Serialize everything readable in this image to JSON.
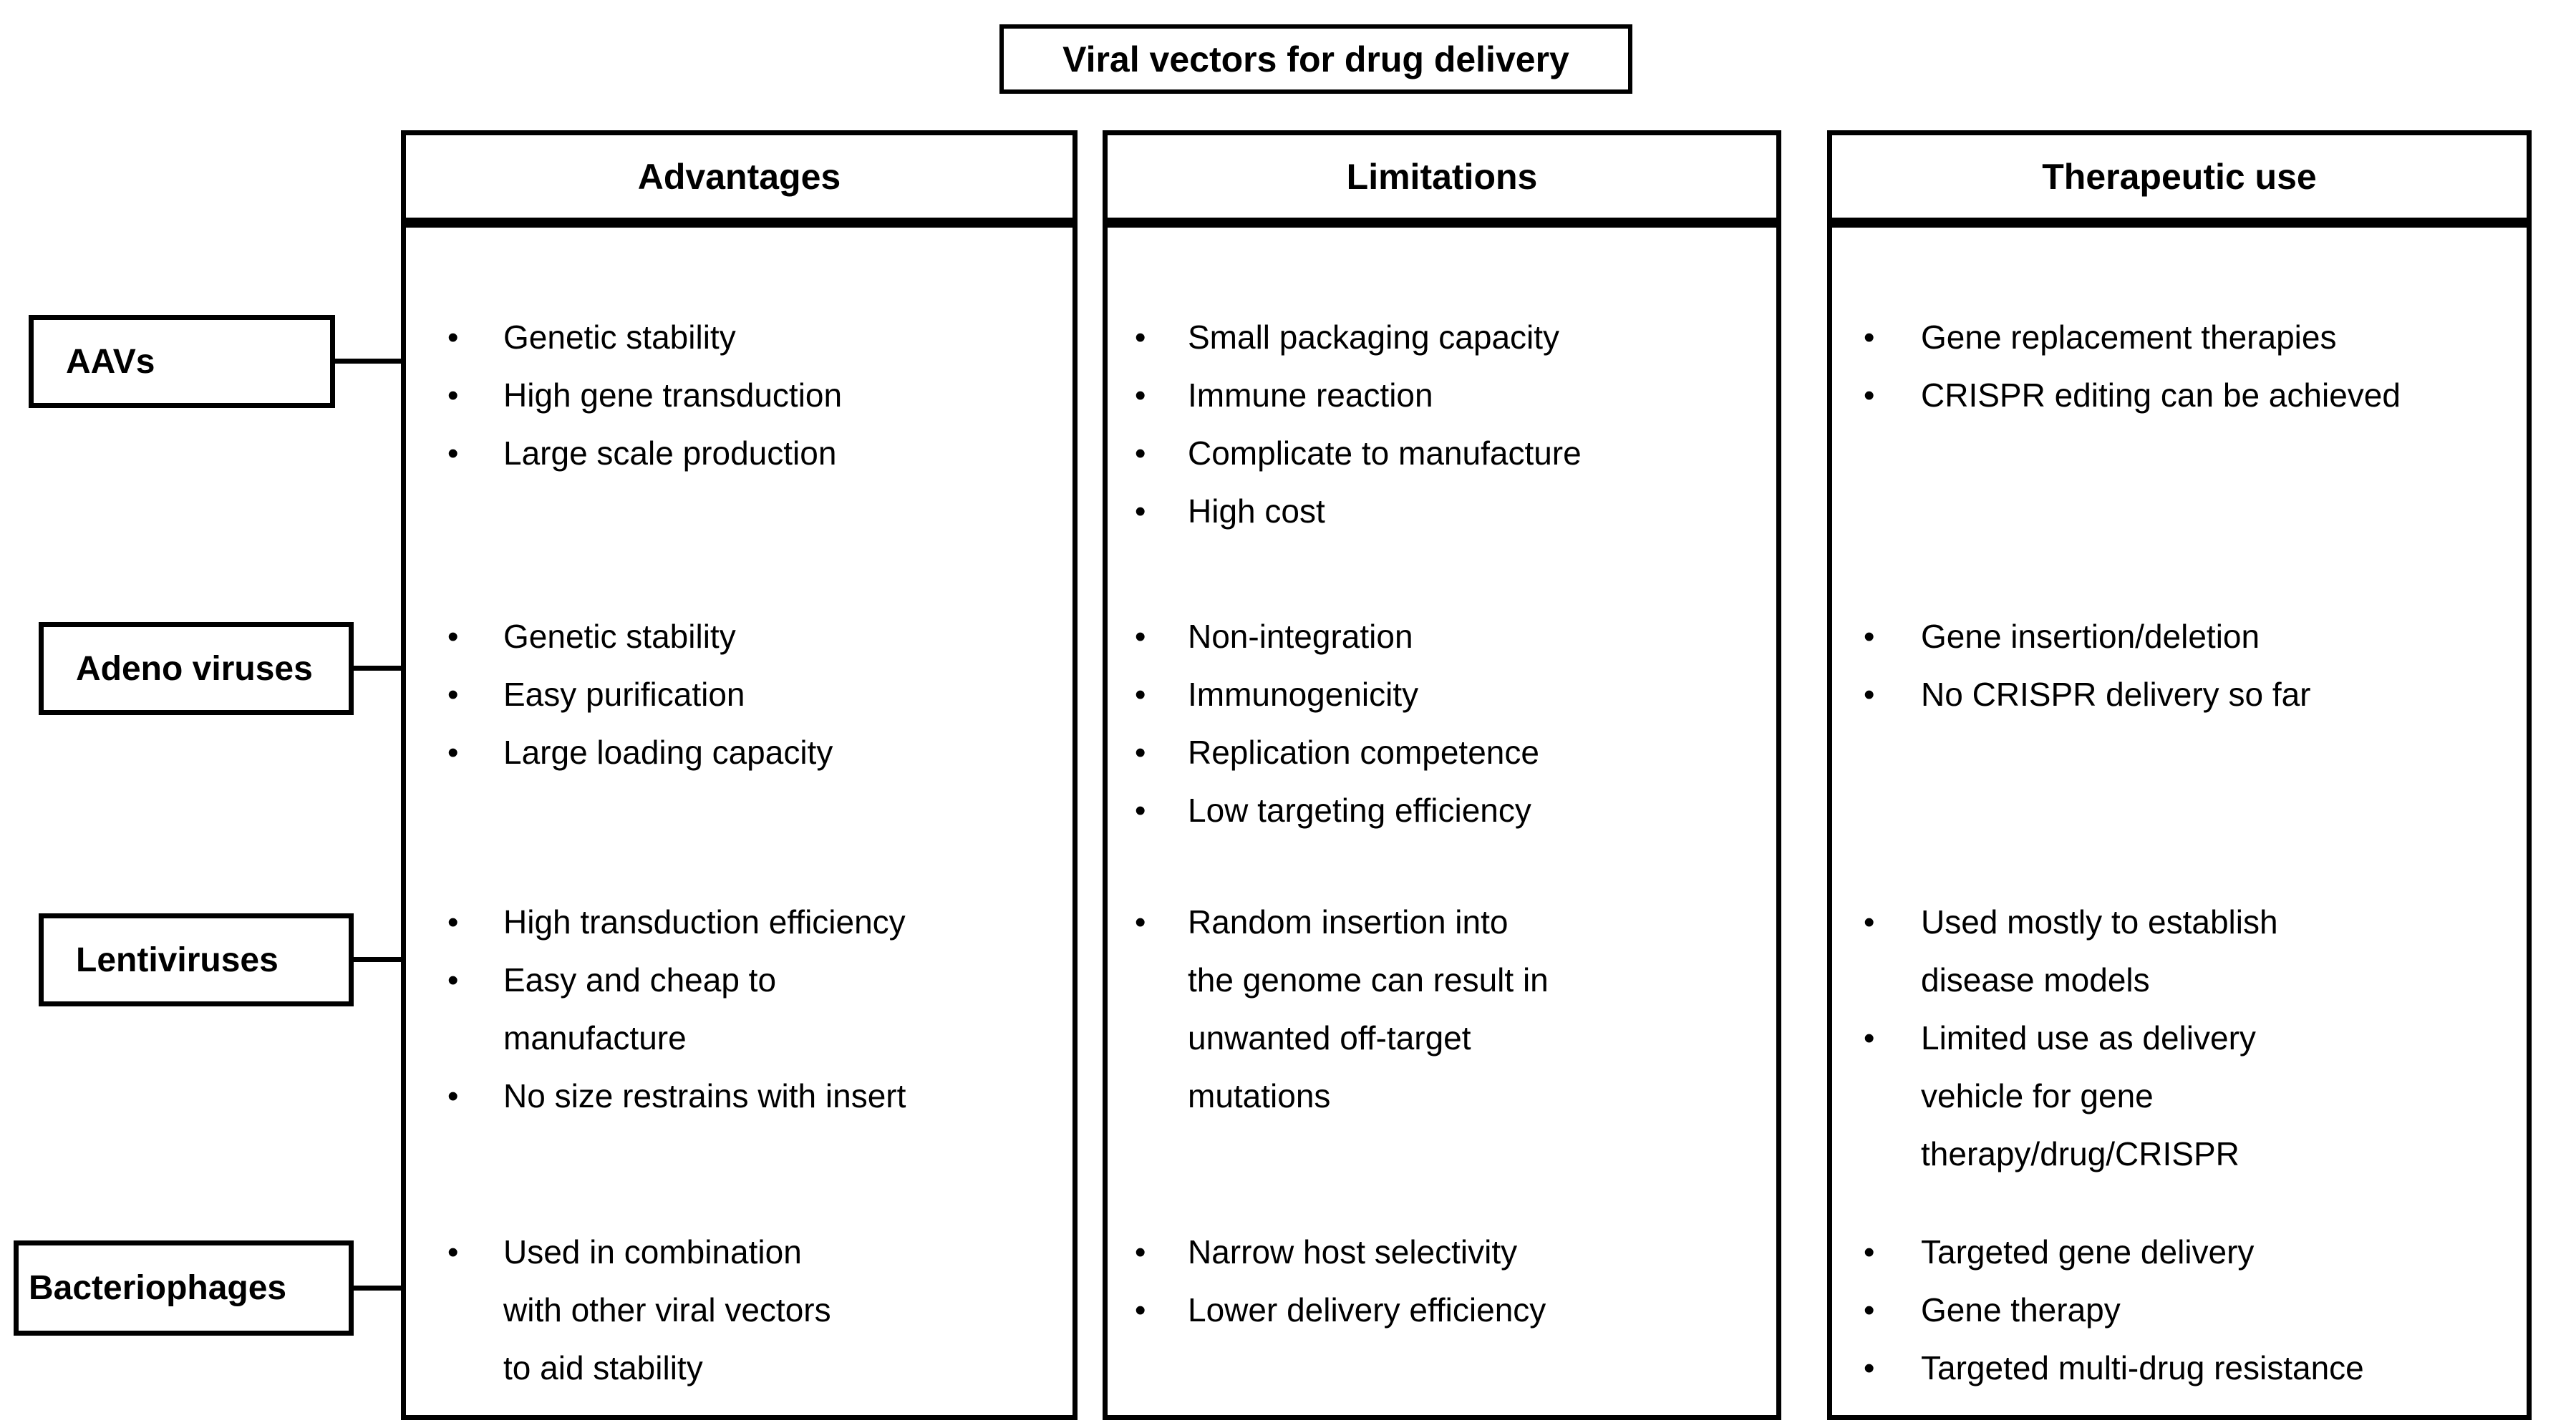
{
  "title": "Viral vectors for drug delivery",
  "row_labels": [
    {
      "label": "AAVs"
    },
    {
      "label": "Adeno viruses"
    },
    {
      "label": "Lentiviruses"
    },
    {
      "label": "Bacteriophages"
    }
  ],
  "columns": [
    {
      "header": "Advantages",
      "sections": [
        {
          "row": "AAVs",
          "items": [
            "Genetic stability",
            "High gene transduction",
            "Large scale production"
          ]
        },
        {
          "row": "Adeno viruses",
          "items": [
            "Genetic stability",
            "Easy purification",
            "Large loading capacity"
          ]
        },
        {
          "row": "Lentiviruses",
          "items": [
            "High transduction efficiency",
            "Easy and cheap to\nmanufacture",
            "No size restrains with insert"
          ]
        },
        {
          "row": "Bacteriophages",
          "items": [
            "Used in combination\nwith other viral vectors\nto aid stability"
          ]
        }
      ]
    },
    {
      "header": "Limitations",
      "sections": [
        {
          "row": "AAVs",
          "items": [
            "Small packaging capacity",
            "Immune reaction",
            "Complicate to manufacture",
            "High cost"
          ]
        },
        {
          "row": "Adeno viruses",
          "items": [
            "Non-integration",
            "Immunogenicity",
            "Replication competence",
            "Low targeting efficiency"
          ]
        },
        {
          "row": "Lentiviruses",
          "items": [
            "Random insertion into\nthe genome can result in\nunwanted off-target\nmutations"
          ]
        },
        {
          "row": "Bacteriophages",
          "items": [
            "Narrow host selectivity",
            "Lower delivery efficiency"
          ]
        }
      ]
    },
    {
      "header": "Therapeutic use",
      "sections": [
        {
          "row": "AAVs",
          "items": [
            "Gene replacement therapies",
            "CRISPR editing can be achieved"
          ]
        },
        {
          "row": "Adeno viruses",
          "items": [
            "Gene insertion/deletion",
            "No CRISPR delivery so far"
          ]
        },
        {
          "row": "Lentiviruses",
          "items": [
            "Used mostly to establish\ndisease models",
            "Limited use as delivery\nvehicle for gene\ntherapy/drug/CRISPR"
          ]
        },
        {
          "row": "Bacteriophages",
          "items": [
            "Targeted gene delivery",
            "Gene therapy",
            "Targeted multi-drug resistance"
          ]
        }
      ]
    }
  ],
  "colors": {
    "ink": "#000000",
    "background": "#ffffff"
  }
}
